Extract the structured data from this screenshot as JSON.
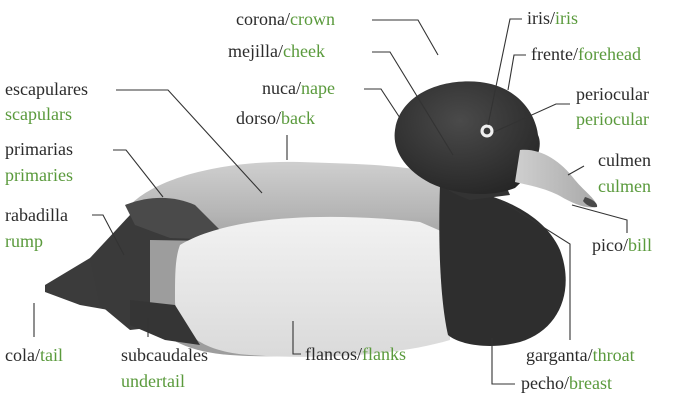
{
  "colors": {
    "spanish_text": "#2b2b2b",
    "english_text": "#5a9a3c",
    "leader_line": "#333333",
    "duck_head": "#2f2f2f",
    "duck_body": "#bdbdbd",
    "duck_flank": "#e6e6e6"
  },
  "labels": {
    "corona": {
      "es": "corona",
      "sep": "/",
      "en": "crown"
    },
    "iris": {
      "es": "iris",
      "sep": "/",
      "en": "iris"
    },
    "mejilla": {
      "es": "mejilla",
      "sep": "/",
      "en": "cheek"
    },
    "frente": {
      "es": "frente",
      "sep": "/",
      "en": "forehead"
    },
    "escapulares": {
      "es": "escapulares",
      "en": "scapulars"
    },
    "nuca": {
      "es": "nuca",
      "sep": "/",
      "en": "nape"
    },
    "periocular": {
      "es": "periocular",
      "en": "periocular"
    },
    "dorso": {
      "es": "dorso",
      "sep": "/",
      "en": "back"
    },
    "primarias": {
      "es": "primarias",
      "en": "primaries"
    },
    "culmen": {
      "es": "culmen",
      "en": "culmen"
    },
    "rabadilla": {
      "es": "rabadilla",
      "en": "rump"
    },
    "pico": {
      "es": "pico",
      "sep": "/",
      "en": "bill"
    },
    "cola": {
      "es": "cola",
      "sep": "/",
      "en": "tail"
    },
    "subcaudales": {
      "es": "subcaudales",
      "en": "undertail"
    },
    "flancos": {
      "es": "flancos",
      "sep": "/",
      "en": "flanks"
    },
    "garganta": {
      "es": "garganta",
      "sep": "/",
      "en": "throat"
    },
    "pecho": {
      "es": "pecho",
      "sep": "/",
      "en": "breast"
    }
  }
}
